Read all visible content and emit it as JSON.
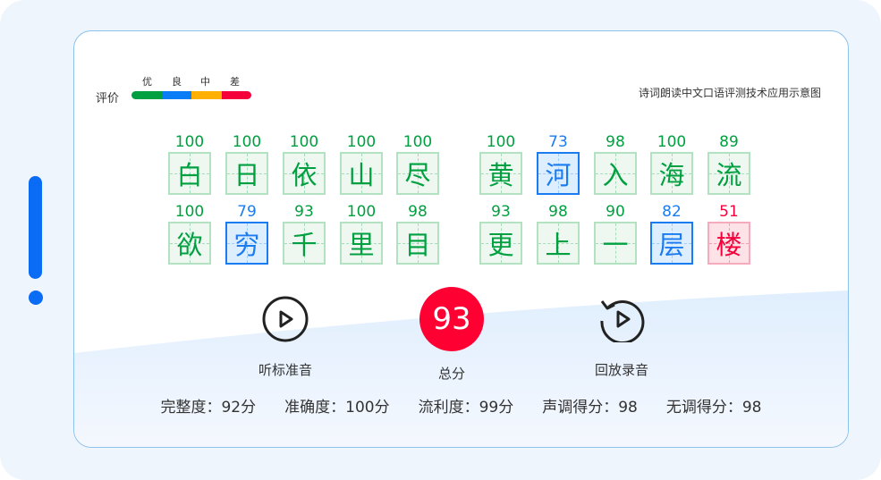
{
  "legend": {
    "label": "评价",
    "levels": [
      "优",
      "良",
      "中",
      "差"
    ],
    "colors": [
      "#00a040",
      "#0a7cf5",
      "#ffb000",
      "#f5003a"
    ]
  },
  "title": "诗词朗读中文口语评测技术应用示意图",
  "rows": [
    [
      {
        "c": "白",
        "s": 100
      },
      {
        "c": "日",
        "s": 100
      },
      {
        "c": "依",
        "s": 100
      },
      {
        "c": "山",
        "s": 100
      },
      {
        "c": "尽",
        "s": 100
      },
      {
        "c": "黄",
        "s": 100
      },
      {
        "c": "河",
        "s": 73
      },
      {
        "c": "入",
        "s": 98
      },
      {
        "c": "海",
        "s": 100
      },
      {
        "c": "流",
        "s": 89
      }
    ],
    [
      {
        "c": "欲",
        "s": 100
      },
      {
        "c": "穷",
        "s": 79
      },
      {
        "c": "千",
        "s": 93
      },
      {
        "c": "里",
        "s": 100
      },
      {
        "c": "目",
        "s": 98
      },
      {
        "c": "更",
        "s": 93
      },
      {
        "c": "上",
        "s": 98
      },
      {
        "c": "一",
        "s": 90
      },
      {
        "c": "层",
        "s": 82
      },
      {
        "c": "楼",
        "s": 51
      }
    ]
  ],
  "controls": {
    "listen": "听标准音",
    "total_label": "总分",
    "total": "93",
    "replay": "回放录音"
  },
  "stats": [
    "完整度：92分",
    "准确度：100分",
    "流利度：99分",
    "声调得分：98",
    "无调得分：98"
  ]
}
